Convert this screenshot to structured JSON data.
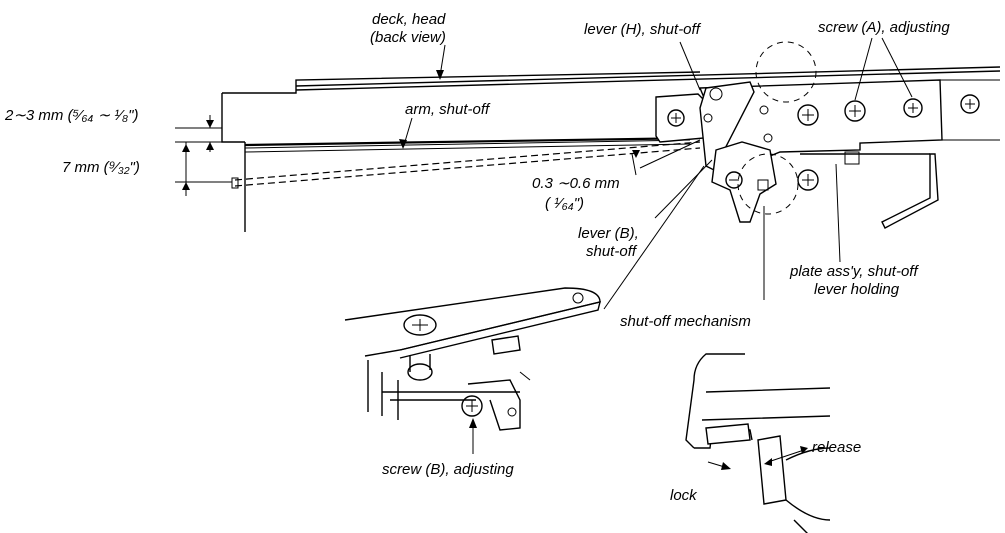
{
  "labels": {
    "deck_head_line1": "deck, head",
    "deck_head_line2": "(back view)",
    "lever_h": "lever (H), shut-off",
    "screw_a": "screw (A), adjusting",
    "arm_shutoff": "arm, shut-off",
    "dim_2_3_mm": "2∼3 mm (⁵⁄₆₄ ∼ ¹⁄₈\")",
    "dim_7_mm": "7 mm (⁹⁄₃₂\")",
    "dim_03_06_mm": "0.3 ∼0.6 mm",
    "dim_03_06_in": "( ¹⁄₆₄\")",
    "lever_b_line1": "lever (B),",
    "lever_b_line2": "shut-off",
    "plate_line1": "plate ass'y, shut-off",
    "plate_line2": "lever holding",
    "shutoff_mechanism": "shut-off mechanism",
    "screw_b": "screw (B), adjusting",
    "release": "release",
    "lock": "lock"
  }
}
